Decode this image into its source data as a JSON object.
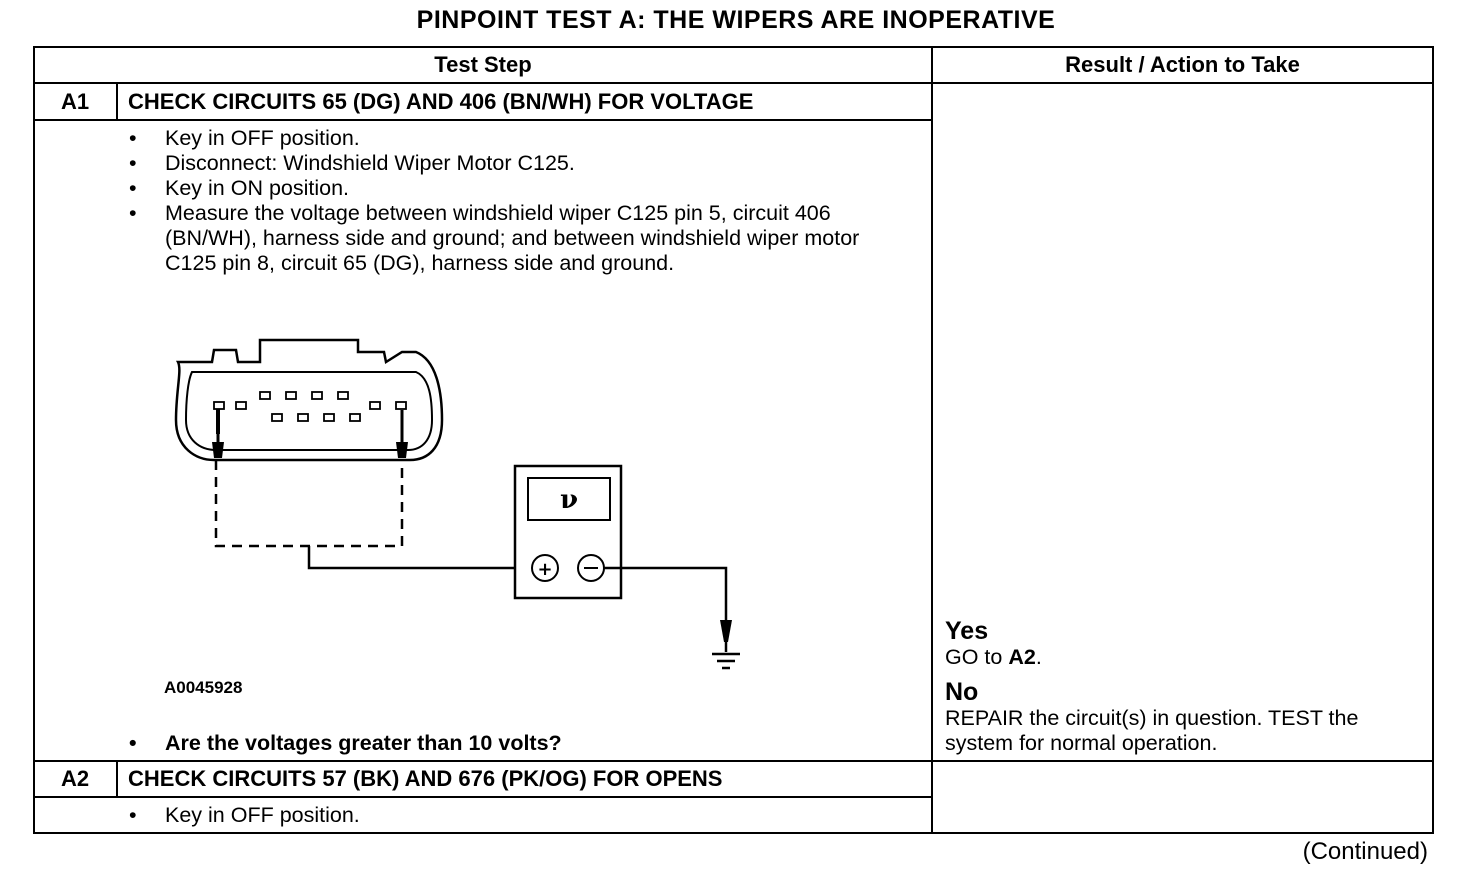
{
  "title": "PINPOINT TEST  A: THE WIPERS ARE INOPERATIVE",
  "headers": {
    "test_step": "Test Step",
    "result": "Result / Action to Take"
  },
  "steps": [
    {
      "id": "A1",
      "title": "CHECK CIRCUITS 65 (DG) AND 406 (BN/WH) FOR VOLTAGE",
      "bullets": [
        "Key in OFF position.",
        "Disconnect: Windshield Wiper Motor C125.",
        "Key in ON position.",
        "Measure the voltage between windshield wiper C125 pin 5, circuit 406 (BN/WH), harness side and ground; and between windshield wiper motor C125 pin 8, circuit 65 (DG), harness side and ground."
      ],
      "figure_id": "A0045928",
      "meter_symbol": "ν",
      "question": "Are the voltages greater than 10 volts?",
      "results": {
        "yes_label": "Yes",
        "yes_text_pre": "GO to ",
        "yes_text_ref": "A2",
        "yes_text_post": ".",
        "no_label": "No",
        "no_text": "REPAIR the circuit(s) in question. TEST the system for normal operation."
      }
    },
    {
      "id": "A2",
      "title": "CHECK CIRCUITS 57 (BK) AND 676 (PK/OG) FOR OPENS",
      "bullets": [
        "Key in OFF position."
      ]
    }
  ],
  "footer": "(Continued)"
}
